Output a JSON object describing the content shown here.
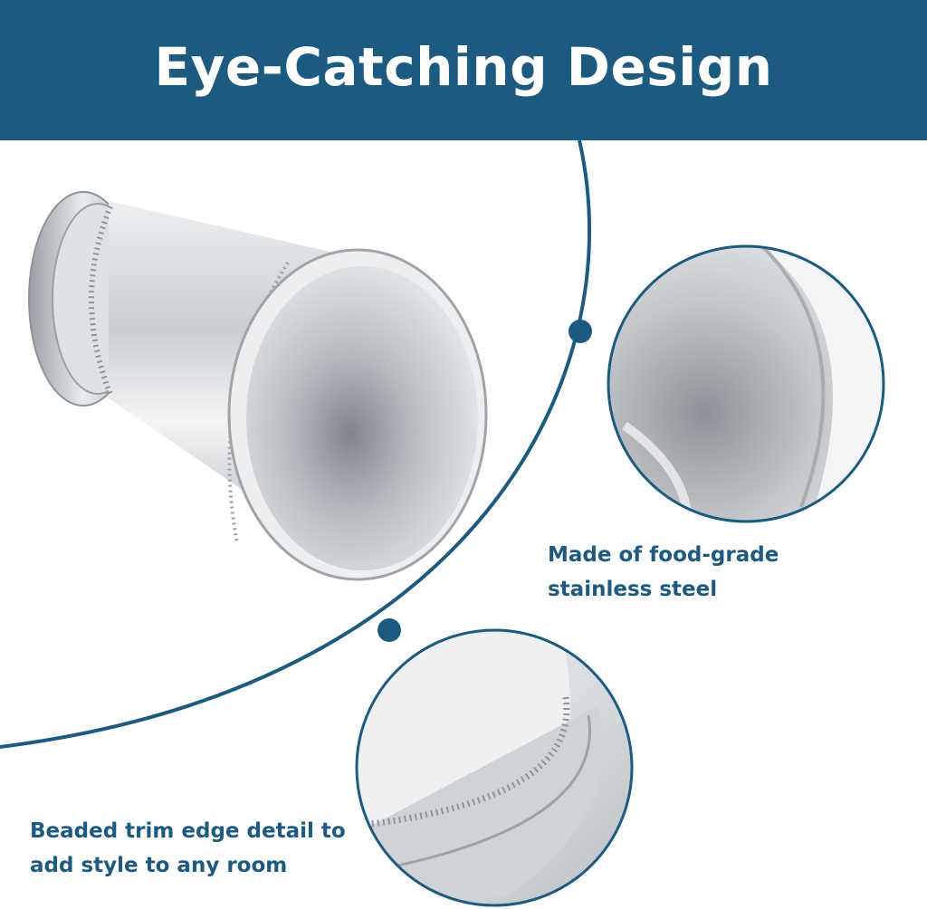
{
  "banner": {
    "title": "Eye-Catching Design"
  },
  "features": [
    {
      "line1": "Made of food-grade",
      "line2": "stainless steel"
    },
    {
      "line1": "Beaded trim edge detail to",
      "line2": "add style to any room"
    }
  ],
  "colors": {
    "brand_blue": "#1d5a80",
    "background": "#ffffff",
    "steel": "#c8ccd0"
  }
}
